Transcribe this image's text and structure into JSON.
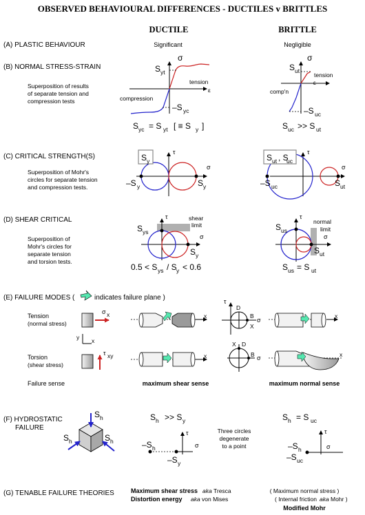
{
  "title": "OBSERVED BEHAVIOURAL DIFFERENCES - DUCTILES v BRITTLES",
  "columns": {
    "ductile": "DUCTILE",
    "brittle": "BRITTLE"
  },
  "sections": {
    "a": {
      "label": "(A) PLASTIC BEHAVIOUR",
      "ductile": "Significant",
      "brittle": "Negligible"
    },
    "b": {
      "label": "(B) NORMAL STRESS-STRAIN",
      "note": [
        "Superposition of results",
        "of separate tension and",
        "compression tests"
      ],
      "d_sigma": "σ",
      "d_syt": "S",
      "d_syt_sub": "yt",
      "d_tension": "tension",
      "d_eps": "ε",
      "d_compression": "compression",
      "d_syc": "–S",
      "d_syc_sub": "yc",
      "d_eq_a": "S",
      "d_eq_a_sub": "yc",
      "d_eq_b": "= S",
      "d_eq_b_sub": "yt",
      "d_eq_c": "[ ≡ S",
      "d_eq_c_sub": "y",
      "d_eq_d": "]",
      "b_sigma": "σ",
      "b_sut": "S",
      "b_sut_sub": "ut",
      "b_tension": "tension",
      "b_eps": "ε",
      "b_comp": "comp'n",
      "b_suc": "–S",
      "b_suc_sub": "uc",
      "b_eq_a": "S",
      "b_eq_a_sub": "uc",
      "b_eq_b": ">> S",
      "b_eq_b_sub": "ut"
    },
    "c": {
      "label": "(C) CRITICAL STRENGTH(S)",
      "note": [
        "Superposition of Mohr's",
        "circles for separate tension",
        "and compression tests."
      ],
      "d_box": "S",
      "d_box_sub": "y",
      "d_tau": "τ",
      "d_sigma": "σ",
      "d_left": "–S",
      "d_left_sub": "y",
      "d_right": "S",
      "d_right_sub": "y",
      "b_box_a": "S",
      "b_box_a_sub": "ut",
      "b_box_b": ", S",
      "b_box_b_sub": "uc",
      "b_tau": "τ",
      "b_sigma": "σ",
      "b_left": "–S",
      "b_left_sub": "uc",
      "b_right": "S",
      "b_right_sub": "ut"
    },
    "d": {
      "label": "(D) SHEAR CRITICAL",
      "note": [
        "Superposition of",
        "Mohr's circles for",
        "separate tension",
        "and torsion tests."
      ],
      "d_tau": "τ",
      "d_limit_a": "shear",
      "d_limit_b": "limit",
      "d_sys": "S",
      "d_sys_sub": "ys",
      "d_sigma": "σ",
      "d_sy": "S",
      "d_sy_sub": "y",
      "d_eq_a": "0.5 < S",
      "d_eq_a_sub": "ys",
      "d_eq_b": "/ S",
      "d_eq_b_sub": "y",
      "d_eq_c": "< 0.6",
      "b_tau": "τ",
      "b_limit_a": "normal",
      "b_limit_b": "limit",
      "b_sus": "S",
      "b_sus_sub": "us",
      "b_sigma": "σ",
      "b_sut": "S",
      "b_sut_sub": "ut",
      "b_eq_a": "S",
      "b_eq_a_sub": "us",
      "b_eq_b": "= S",
      "b_eq_b_sub": "ut"
    },
    "e": {
      "label_a": "(E) FAILURE MODES (",
      "label_b": "indicates failure plane )",
      "tension": "Tension",
      "tension_sub": "(normal stress)",
      "sigma_x": "σ",
      "sigma_x_sub": "x",
      "axis_y": "y",
      "axis_x": "x",
      "torsion": "Torsion",
      "torsion_sub": "(shear stress)",
      "tau_xy": "τ",
      "tau_xy_sub": "xy",
      "x_label": "x",
      "mohr_tau": "τ",
      "mohr_d": "D",
      "mohr_b": "B",
      "mohr_x": "X",
      "mohr_sigma": "σ",
      "failure_sense": "Failure sense",
      "ductile_sense": "maximum shear sense",
      "brittle_sense": "maximum normal sense"
    },
    "f": {
      "label_a": "(F) HYDROSTATIC",
      "label_b": "FAILURE",
      "sh": "S",
      "sh_sub": "h",
      "d_eq_a": "S",
      "d_eq_a_sub": "h",
      "d_eq_b": ">> S",
      "d_eq_b_sub": "y",
      "d_tau": "τ",
      "d_sigma": "σ",
      "d_sh": "–S",
      "d_sh_sub": "h",
      "d_sy": "–S",
      "d_sy_sub": "y",
      "middle": [
        "Three circles",
        "degenerate",
        "to a point"
      ],
      "b_eq_a": "S",
      "b_eq_a_sub": "h",
      "b_eq_b": "= S",
      "b_eq_b_sub": "uc",
      "b_tau": "τ",
      "b_sigma": "σ",
      "b_sh": "–S",
      "b_sh_sub": "h",
      "b_suc": "–S",
      "b_suc_sub": "uc"
    },
    "g": {
      "label": "(G) TENABLE FAILURE THEORIES",
      "d_line1_bold": "Maximum shear stress",
      "d_line1_aka": "aka",
      "d_line1_rest": "Tresca",
      "d_line2_bold": "Distortion energy",
      "d_line2_aka": "aka",
      "d_line2_rest": "von Mises",
      "b_line1": "( Maximum normal stress )",
      "b_line2_a": "( Internal friction",
      "b_line2_aka": "aka",
      "b_line2_b": "Mohr )",
      "b_line3": "Modified Mohr"
    }
  },
  "colors": {
    "blue": "#2222cc",
    "red": "#cc2222",
    "grey": "#b0b0b0",
    "mint": "#55e8b0"
  }
}
